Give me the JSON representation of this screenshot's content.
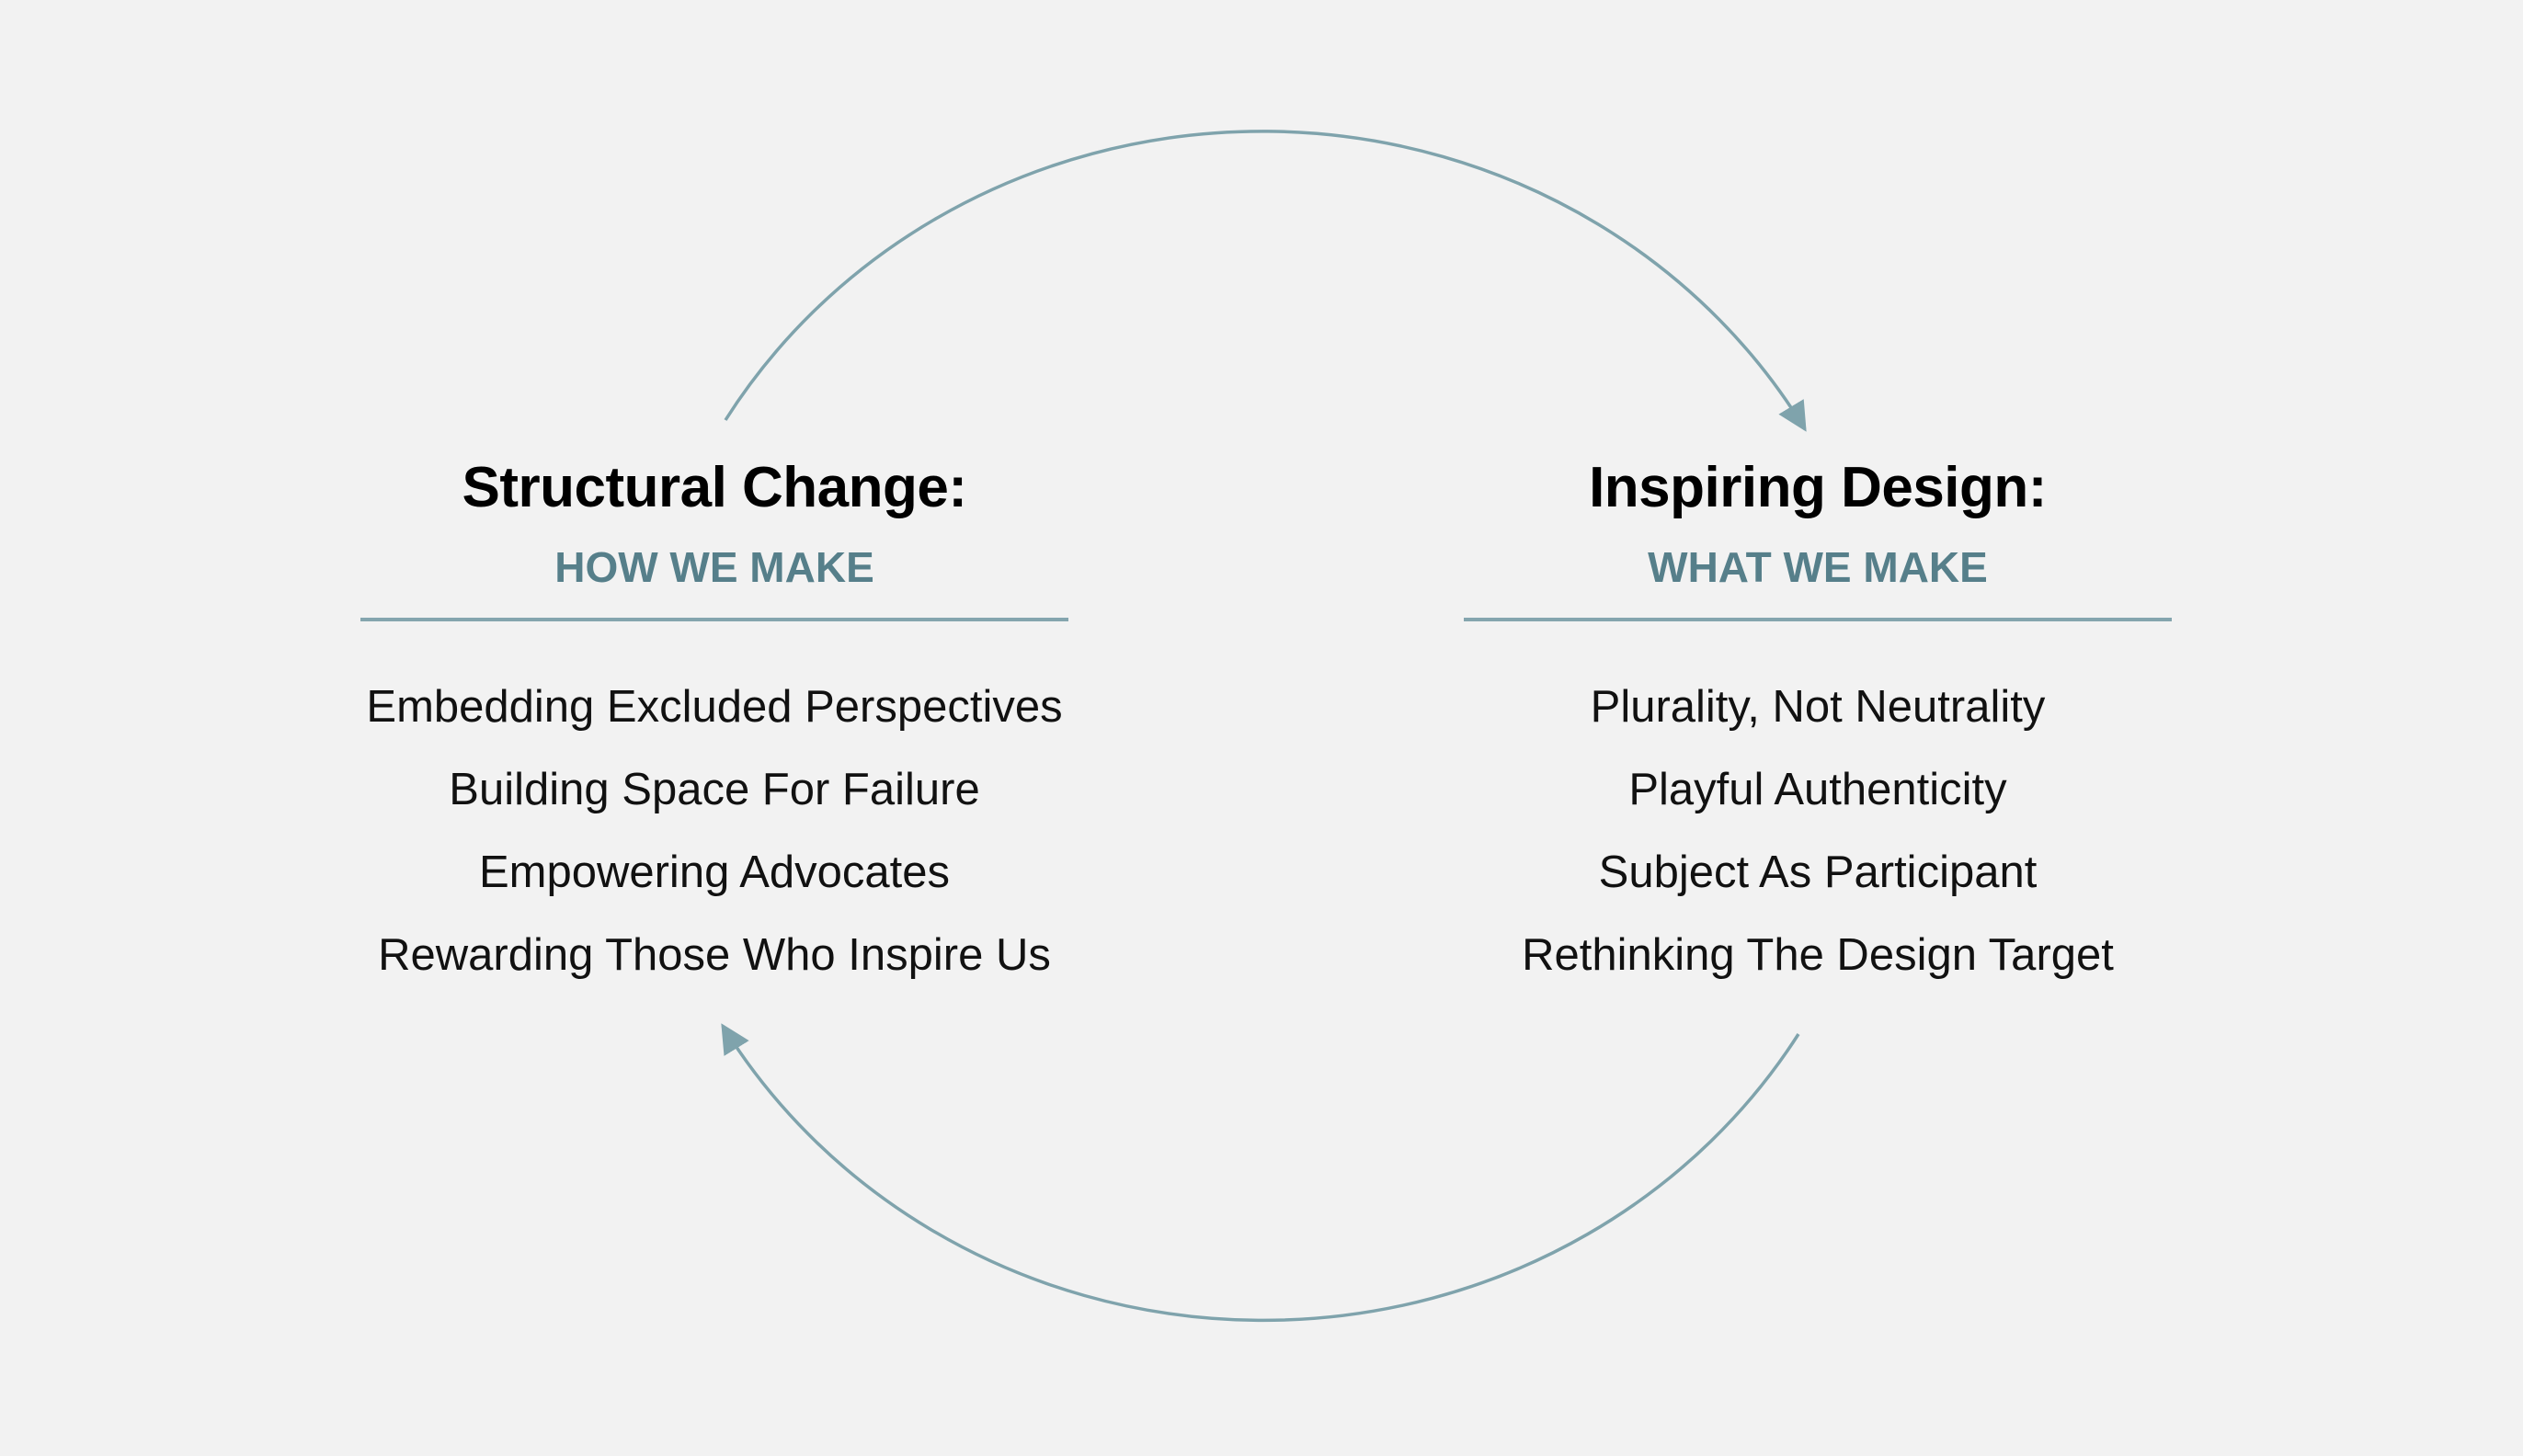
{
  "colors": {
    "accent": "#567f8a",
    "arrow": "#7fa3ac",
    "background": "#f2f2f2"
  },
  "left": {
    "title": "Structural Change:",
    "subtitle": "HOW WE MAKE",
    "items": [
      "Embedding Excluded Perspectives",
      "Building Space For Failure",
      "Empowering Advocates",
      "Rewarding Those Who Inspire Us"
    ]
  },
  "right": {
    "title": "Inspiring Design:",
    "subtitle": "WHAT WE MAKE",
    "items": [
      "Plurality, Not Neutrality",
      "Playful Authenticity",
      "Subject As Participant",
      "Rethinking The Design Target"
    ]
  }
}
